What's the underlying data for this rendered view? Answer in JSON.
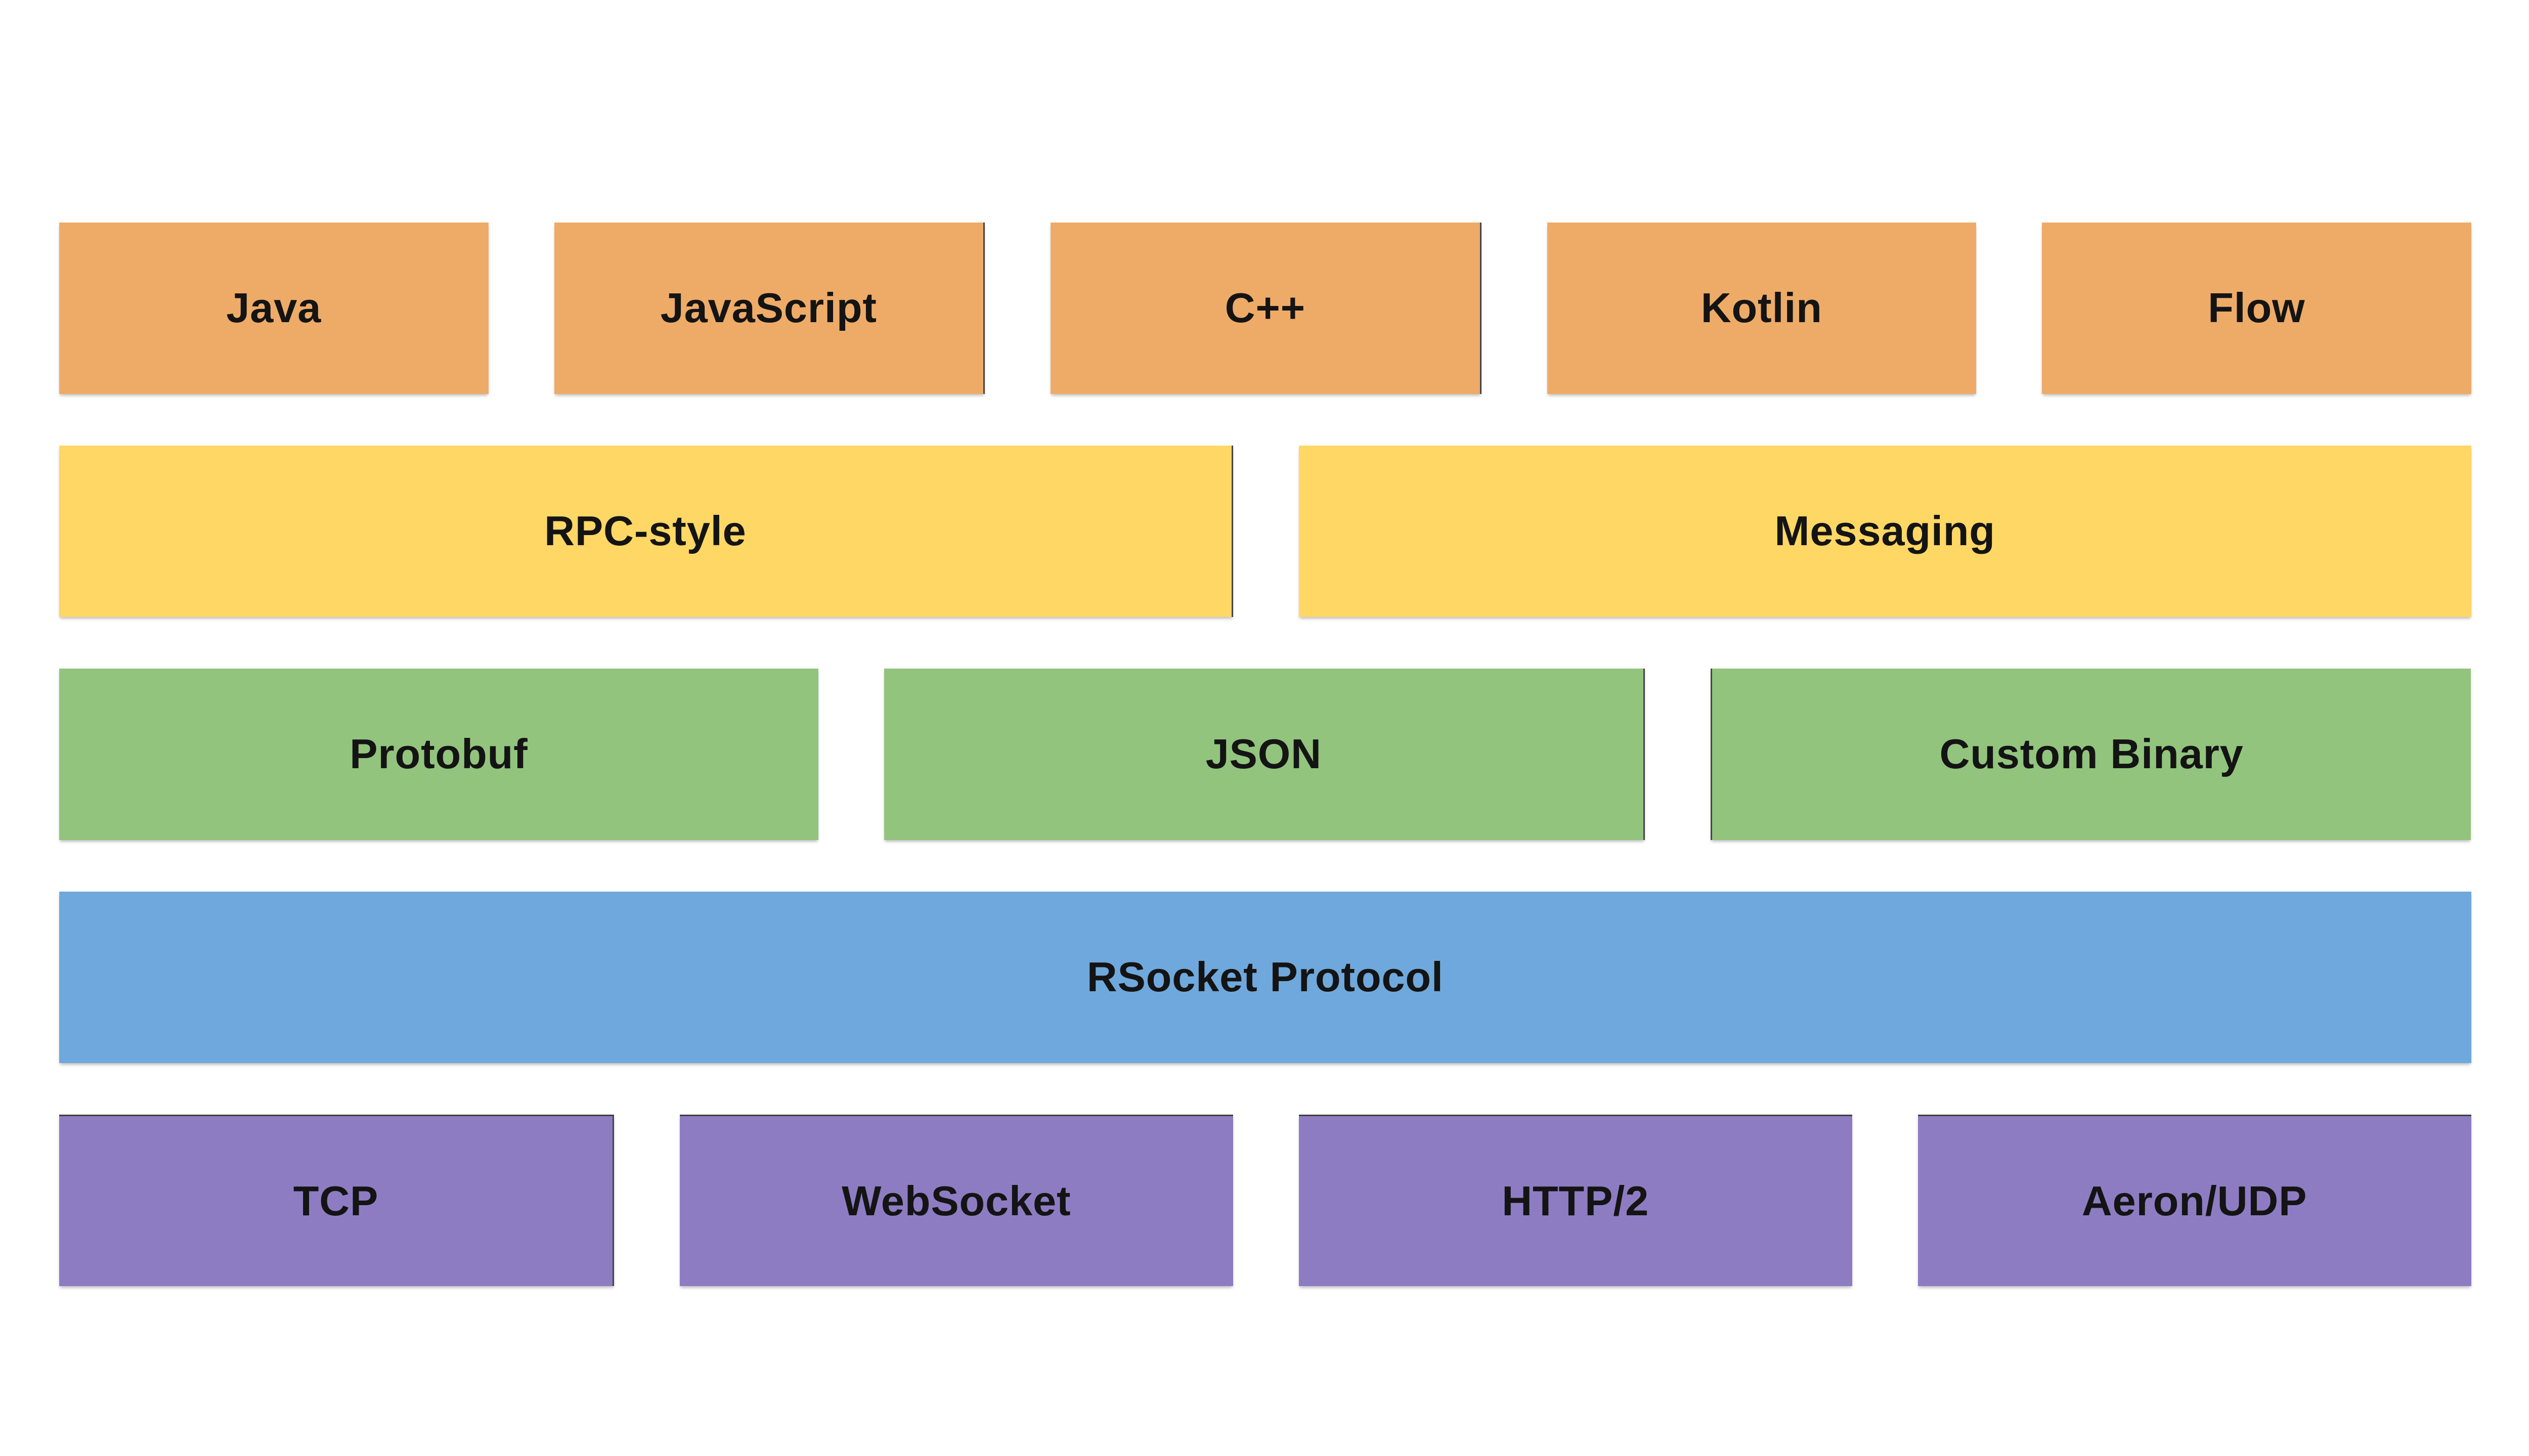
{
  "diagram": {
    "palette": {
      "background": "#ffffff",
      "text": "#141414",
      "languages_row": "#eeab67",
      "interaction_row": "#ffd765",
      "encoding_row": "#92c47d",
      "protocol_row": "#6fa8dc",
      "transport_row": "#8e7cc3"
    },
    "rows": [
      {
        "color": "#eeab67",
        "boxes": [
          "Java",
          "JavaScript",
          "C++",
          "Kotlin",
          "Flow"
        ]
      },
      {
        "color": "#ffd765",
        "boxes": [
          "RPC-style",
          "Messaging"
        ]
      },
      {
        "color": "#92c47d",
        "boxes": [
          "Protobuf",
          "JSON",
          "Custom Binary"
        ]
      },
      {
        "color": "#6fa8dc",
        "boxes": [
          "RSocket Protocol"
        ]
      },
      {
        "color": "#8e7cc3",
        "boxes": [
          "TCP",
          "WebSocket",
          "HTTP/2",
          "Aeron/UDP"
        ]
      }
    ]
  }
}
